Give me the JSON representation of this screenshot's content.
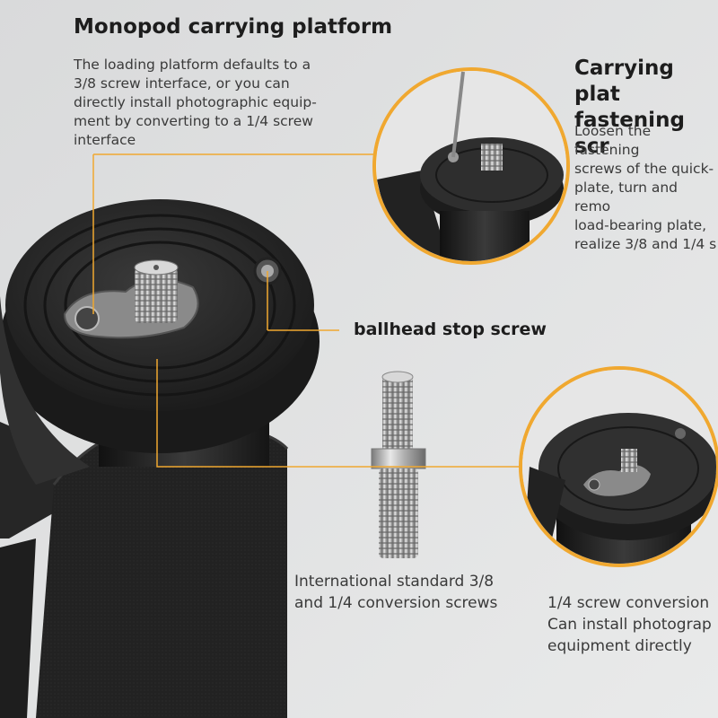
{
  "headings": {
    "monopod_title": "Monopod carrying platform",
    "carrying_title": "Carrying plat\nfastening scr",
    "ballhead_label": "ballhead stop screw"
  },
  "descriptions": {
    "monopod_desc": "The loading platform defaults to a\n3/8 screw interface, or you can\ndirectly install photographic equip-\nment by converting to a 1/4 screw\ninterface",
    "carrying_desc": "Loosen the fastening\nscrews of the quick-\nplate, turn and remo\nload-bearing plate,\nrealize 3/8 and 1/4 s",
    "conversion_caption": "International standard 3/8\nand 1/4 conversion screws",
    "quarter_caption": "1/4 screw conversion\nCan install photograp\nequipment directly"
  },
  "colors": {
    "accent": "#f0a830",
    "background": "#e3e4e5",
    "rubber": "#2b2b2b",
    "metal": "#b8b8b8"
  }
}
